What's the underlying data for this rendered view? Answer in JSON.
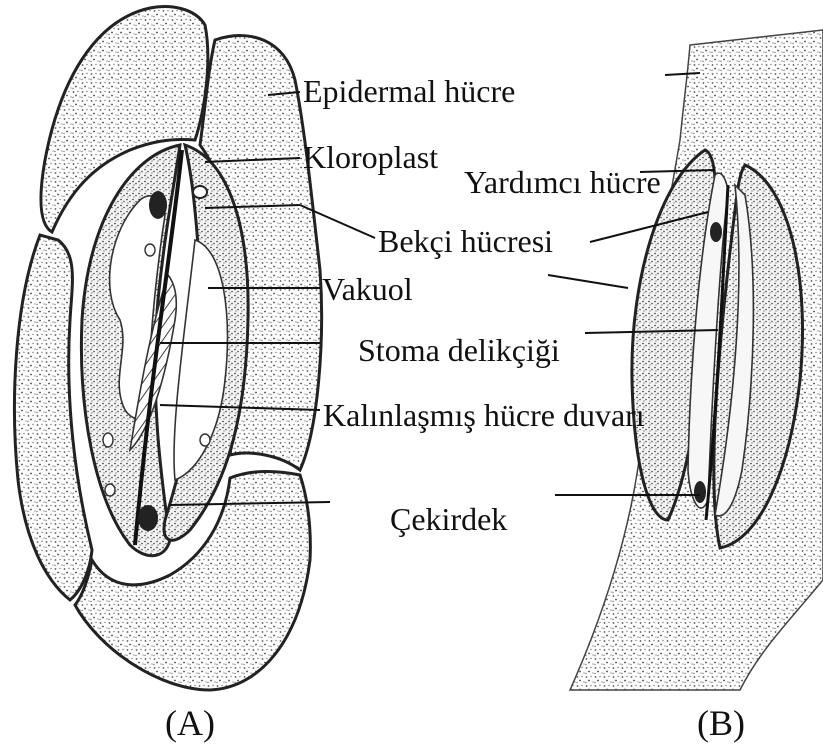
{
  "labels": {
    "epidermal": "Epidermal hücre",
    "kloroplast": "Kloroplast",
    "bekci": "Bekçi hücresi",
    "vakuol": "Vakuol",
    "stoma": "Stoma delikçiği",
    "kalinlasmis": "Kalınlaşmış hücre duvarı",
    "cekirdek": "Çekirdek",
    "yardimci": "Yardımcı hücre"
  },
  "panels": {
    "a": "(A)",
    "b": "(B)"
  }
}
